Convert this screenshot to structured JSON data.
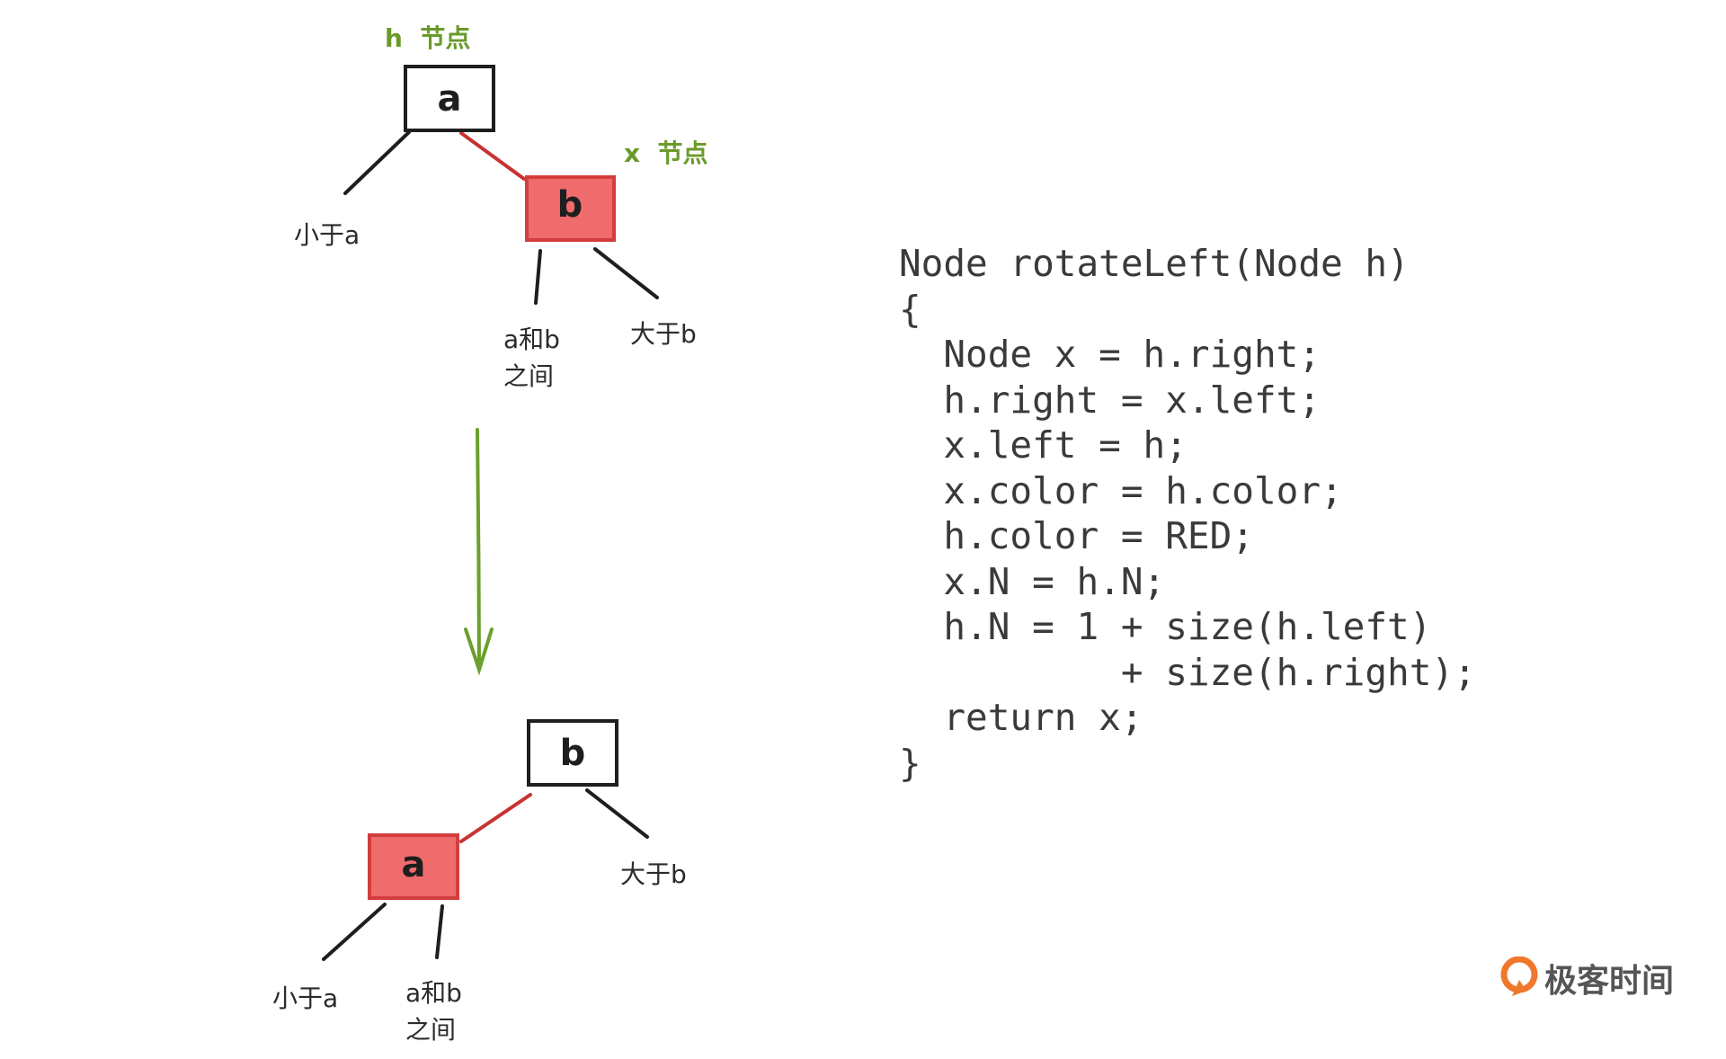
{
  "before_tree": {
    "root": {
      "label": "a",
      "annotation": "h  节点"
    },
    "right_child": {
      "label": "b",
      "annotation": "x  节点"
    },
    "leaves": {
      "less_than_a": "小于a",
      "between_line1": "a和b",
      "between_line2": "之间",
      "greater_than_b": "大于b"
    }
  },
  "after_tree": {
    "root": {
      "label": "b"
    },
    "left_child": {
      "label": "a"
    },
    "leaves": {
      "less_than_a": "小于a",
      "between_line1": "a和b",
      "between_line2": "之间",
      "greater_than_b": "大于b"
    }
  },
  "code": {
    "lines": [
      "Node rotateLeft(Node h)",
      "{",
      "  Node x = h.right;",
      "  h.right = x.left;",
      "  x.left = h;",
      "  x.color = h.color;",
      "  h.color = RED;",
      "  x.N = h.N;",
      "  h.N = 1 + size(h.left)",
      "          + size(h.right);",
      "  return x;",
      "}"
    ]
  },
  "brand": {
    "name": "极客时间",
    "icon": "geektime-logo-icon"
  },
  "colors": {
    "red_node_fill": "#f06b6b",
    "red_link": "#c83232",
    "annotation_green": "#6a9a2a",
    "arrow_green": "#6aa02c",
    "brand_orange": "#f0782d"
  }
}
